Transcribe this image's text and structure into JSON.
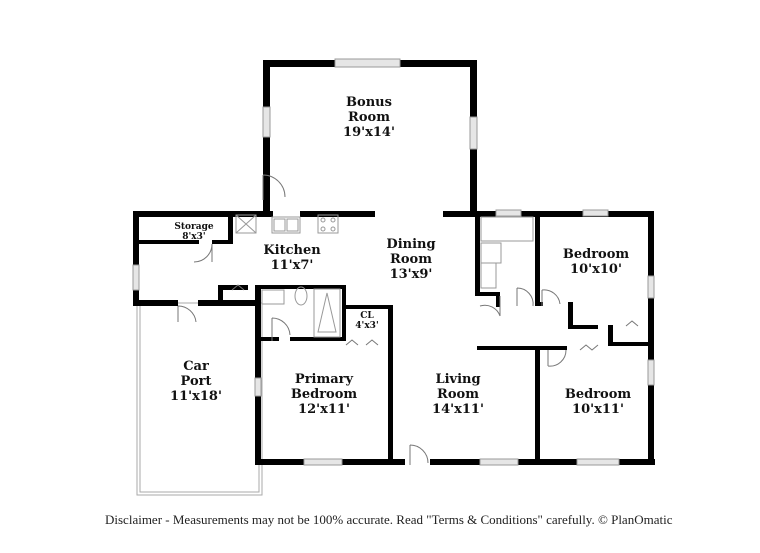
{
  "floorplan": {
    "rooms": [
      {
        "id": "bonus-room",
        "name_line1": "Bonus",
        "name_line2": "Room",
        "dimensions": "19'x14'"
      },
      {
        "id": "storage",
        "name_line1": "Storage",
        "name_line2": "",
        "dimensions": "8'x3'"
      },
      {
        "id": "kitchen",
        "name_line1": "Kitchen",
        "name_line2": "",
        "dimensions": "11'x7'"
      },
      {
        "id": "dining-room",
        "name_line1": "Dining",
        "name_line2": "Room",
        "dimensions": "13'x9'"
      },
      {
        "id": "bedroom-1",
        "name_line1": "Bedroom",
        "name_line2": "",
        "dimensions": "10'x10'"
      },
      {
        "id": "closet",
        "name_line1": "CL",
        "name_line2": "",
        "dimensions": "4'x3'"
      },
      {
        "id": "car-port",
        "name_line1": "Car",
        "name_line2": "Port",
        "dimensions": "11'x18'"
      },
      {
        "id": "primary-bedroom",
        "name_line1": "Primary",
        "name_line2": "Bedroom",
        "dimensions": "12'x11'"
      },
      {
        "id": "living-room",
        "name_line1": "Living",
        "name_line2": "Room",
        "dimensions": "14'x11'"
      },
      {
        "id": "bedroom-2",
        "name_line1": "Bedroom",
        "name_line2": "",
        "dimensions": "10'x11'"
      }
    ],
    "colors": {
      "wall": "#000000",
      "window": "#d9d9d9",
      "fixture": "#999999",
      "background": "#ffffff"
    }
  },
  "footer": {
    "disclaimer": "Disclaimer - Measurements may not be 100% accurate. Read \"Terms & Conditions\" carefully. © PlanOmatic"
  }
}
